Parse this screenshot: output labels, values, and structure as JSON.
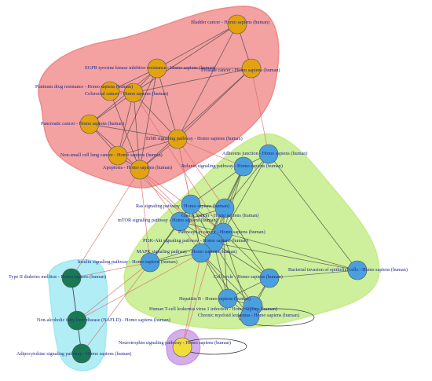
{
  "colors": {
    "cluster_red": "#f08a8a",
    "cluster_green": "#c6ec8a",
    "cluster_cyan": "#9ee9f2",
    "cluster_purple": "#c89ae6",
    "node_orange": "#e3a30f",
    "node_blue": "#4a9fdd",
    "node_green": "#197a52",
    "node_yellow": "#f2dc3a",
    "edge_dark": "#3b3b3b",
    "edge_red": "#d86a6a"
  },
  "clusters": [
    {
      "id": "red",
      "color": "cluster_red"
    },
    {
      "id": "green",
      "color": "cluster_green"
    },
    {
      "id": "cyan",
      "color": "cluster_cyan"
    },
    {
      "id": "purple",
      "color": "cluster_purple"
    }
  ],
  "nodes": [
    {
      "id": "bladder",
      "label": "Bladder cancer - Homo sapiens (human)",
      "group": "red"
    },
    {
      "id": "egfr",
      "label": "EGFR tyrosine kinase inhibitor resistance - Homo sapiens (human)",
      "group": "red"
    },
    {
      "id": "prostate",
      "label": "Prostate cancer - Homo sapiens (human)",
      "group": "red"
    },
    {
      "id": "platinum",
      "label": "Platinum drug resistance - Homo sapiens (human)",
      "group": "red"
    },
    {
      "id": "colorectal",
      "label": "Colorectal cancer - Homo sapiens (human)",
      "group": "red"
    },
    {
      "id": "pancreatic",
      "label": "Pancreatic cancer - Homo sapiens (human)",
      "group": "red"
    },
    {
      "id": "erbb",
      "label": "ErbB signaling pathway - Homo sapiens (human)",
      "group": "red"
    },
    {
      "id": "nsclc",
      "label": "Non-small cell lung cancer - Homo sapiens (human)",
      "group": "red"
    },
    {
      "id": "apoptosis",
      "label": "Apoptosis - Homo sapiens (human)",
      "group": "red"
    },
    {
      "id": "adherens",
      "label": "Adherens junction - Homo sapiens (human)",
      "group": "green"
    },
    {
      "id": "relaxin",
      "label": "Relaxin signaling pathway - Homo sapiens (human)",
      "group": "green"
    },
    {
      "id": "ras",
      "label": "Ras signaling pathway - Homo sapiens (human)",
      "group": "green"
    },
    {
      "id": "mtor",
      "label": "mTOR signaling pathway - Homo sapiens (human)",
      "group": "green"
    },
    {
      "id": "gastric",
      "label": "Gastric cancer - Homo sapiens (human)",
      "group": "green"
    },
    {
      "id": "pic",
      "label": "Pathways in cancer - Homo sapiens (human)",
      "group": "green"
    },
    {
      "id": "pi3k",
      "label": "PI3K-Akt signaling pathway - Homo sapiens (human)",
      "group": "green"
    },
    {
      "id": "mapk",
      "label": "MAPK signaling pathway - Homo sapiens (human)",
      "group": "green"
    },
    {
      "id": "insulin",
      "label": "Insulin signaling pathway - Homo sapiens (human)",
      "group": "green"
    },
    {
      "id": "bacterial",
      "label": "Bacterial invasion of epithelial cells - Homo sapiens (human)",
      "group": "green"
    },
    {
      "id": "cellcycle",
      "label": "Cell cycle - Homo sapiens (human)",
      "group": "green"
    },
    {
      "id": "hepb",
      "label": "Hepatitis B - Homo sapiens (human)",
      "group": "green"
    },
    {
      "id": "htlv",
      "label": "Human T-cell leukemia virus 1 infection - Homo sapiens (human)",
      "group": "green"
    },
    {
      "id": "cml",
      "label": "Chronic myeloid leukemia - Homo sapiens (human)",
      "group": "green"
    },
    {
      "id": "t2d",
      "label": "Type II diabetes mellitus - Homo sapiens (human)",
      "group": "cyan"
    },
    {
      "id": "nafld",
      "label": "Non-alcoholic fatty liver disease (NAFLD) - Homo sapiens (human)",
      "group": "cyan"
    },
    {
      "id": "adipo",
      "label": "Adipocytokine signaling pathway - Homo sapiens (human)",
      "group": "cyan"
    },
    {
      "id": "neuro",
      "label": "Neurotrophin signaling pathway - Homo sapiens (human)",
      "group": "purple"
    }
  ],
  "edges": [
    [
      "bladder",
      "egfr",
      "dark"
    ],
    [
      "bladder",
      "prostate",
      "dark"
    ],
    [
      "bladder",
      "colorectal",
      "dark"
    ],
    [
      "bladder",
      "erbb",
      "dark"
    ],
    [
      "egfr",
      "prostate",
      "dark"
    ],
    [
      "egfr",
      "platinum",
      "dark"
    ],
    [
      "egfr",
      "colorectal",
      "dark"
    ],
    [
      "egfr",
      "pancreatic",
      "dark"
    ],
    [
      "egfr",
      "erbb",
      "dark"
    ],
    [
      "egfr",
      "nsclc",
      "dark"
    ],
    [
      "egfr",
      "apoptosis",
      "dark"
    ],
    [
      "prostate",
      "colorectal",
      "dark"
    ],
    [
      "prostate",
      "erbb",
      "dark"
    ],
    [
      "prostate",
      "apoptosis",
      "dark"
    ],
    [
      "platinum",
      "colorectal",
      "dark"
    ],
    [
      "platinum",
      "apoptosis",
      "dark"
    ],
    [
      "colorectal",
      "pancreatic",
      "dark"
    ],
    [
      "colorectal",
      "erbb",
      "dark"
    ],
    [
      "colorectal",
      "nsclc",
      "dark"
    ],
    [
      "colorectal",
      "apoptosis",
      "dark"
    ],
    [
      "pancreatic",
      "erbb",
      "dark"
    ],
    [
      "pancreatic",
      "nsclc",
      "dark"
    ],
    [
      "pancreatic",
      "apoptosis",
      "dark"
    ],
    [
      "erbb",
      "nsclc",
      "dark"
    ],
    [
      "erbb",
      "apoptosis",
      "dark"
    ],
    [
      "nsclc",
      "apoptosis",
      "dark"
    ],
    [
      "prostate",
      "adherens",
      "red"
    ],
    [
      "erbb",
      "relaxin",
      "red"
    ],
    [
      "erbb",
      "ras",
      "red"
    ],
    [
      "erbb",
      "gastric",
      "red"
    ],
    [
      "apoptosis",
      "pic",
      "red"
    ],
    [
      "apoptosis",
      "mapk",
      "red"
    ],
    [
      "apoptosis",
      "pi3k",
      "red"
    ],
    [
      "nsclc",
      "pi3k",
      "red"
    ],
    [
      "apoptosis",
      "insulin",
      "red"
    ],
    [
      "apoptosis",
      "t2d",
      "red"
    ],
    [
      "erbb",
      "mapk",
      "red"
    ],
    [
      "colorectal",
      "pic",
      "red"
    ],
    [
      "adherens",
      "relaxin",
      "dark"
    ],
    [
      "adherens",
      "gastric",
      "dark"
    ],
    [
      "adherens",
      "pic",
      "dark"
    ],
    [
      "adherens",
      "bacterial",
      "dark"
    ],
    [
      "relaxin",
      "ras",
      "dark"
    ],
    [
      "relaxin",
      "gastric",
      "dark"
    ],
    [
      "relaxin",
      "pic",
      "dark"
    ],
    [
      "relaxin",
      "mapk",
      "dark"
    ],
    [
      "relaxin",
      "pi3k",
      "dark"
    ],
    [
      "ras",
      "mtor",
      "dark"
    ],
    [
      "ras",
      "gastric",
      "dark"
    ],
    [
      "ras",
      "pic",
      "dark"
    ],
    [
      "ras",
      "mapk",
      "dark"
    ],
    [
      "ras",
      "pi3k",
      "dark"
    ],
    [
      "ras",
      "insulin",
      "dark"
    ],
    [
      "mtor",
      "gastric",
      "dark"
    ],
    [
      "mtor",
      "pic",
      "dark"
    ],
    [
      "mtor",
      "pi3k",
      "dark"
    ],
    [
      "mtor",
      "insulin",
      "dark"
    ],
    [
      "gastric",
      "pic",
      "dark"
    ],
    [
      "gastric",
      "pi3k",
      "dark"
    ],
    [
      "gastric",
      "mapk",
      "dark"
    ],
    [
      "gastric",
      "cellcycle",
      "dark"
    ],
    [
      "pic",
      "pi3k",
      "dark"
    ],
    [
      "pic",
      "mapk",
      "dark"
    ],
    [
      "pic",
      "cellcycle",
      "dark"
    ],
    [
      "pic",
      "hepb",
      "dark"
    ],
    [
      "pic",
      "cml",
      "dark"
    ],
    [
      "pic",
      "bacterial",
      "dark"
    ],
    [
      "pi3k",
      "mapk",
      "dark"
    ],
    [
      "pi3k",
      "insulin",
      "dark"
    ],
    [
      "pi3k",
      "hepb",
      "dark"
    ],
    [
      "pi3k",
      "cellcycle",
      "dark"
    ],
    [
      "pi3k",
      "htlv",
      "dark"
    ],
    [
      "mapk",
      "insulin",
      "dark"
    ],
    [
      "mapk",
      "hepb",
      "dark"
    ],
    [
      "mapk",
      "cml",
      "dark"
    ],
    [
      "mapk",
      "htlv",
      "dark"
    ],
    [
      "cellcycle",
      "hepb",
      "dark"
    ],
    [
      "cellcycle",
      "htlv",
      "dark"
    ],
    [
      "cellcycle",
      "cml",
      "dark"
    ],
    [
      "cellcycle",
      "bacterial",
      "dark"
    ],
    [
      "hepb",
      "htlv",
      "dark"
    ],
    [
      "hepb",
      "cml",
      "dark"
    ],
    [
      "htlv",
      "cml",
      "dark"
    ],
    [
      "bacterial",
      "pi3k",
      "dark"
    ],
    [
      "insulin",
      "t2d",
      "red"
    ],
    [
      "insulin",
      "nafld",
      "red"
    ],
    [
      "insulin",
      "adipo",
      "red"
    ],
    [
      "mapk",
      "neuro",
      "red"
    ],
    [
      "pi3k",
      "neuro",
      "red"
    ],
    [
      "mapk",
      "nafld",
      "red"
    ],
    [
      "t2d",
      "nafld",
      "dark"
    ],
    [
      "t2d",
      "adipo",
      "dark"
    ],
    [
      "nafld",
      "adipo",
      "dark"
    ]
  ]
}
